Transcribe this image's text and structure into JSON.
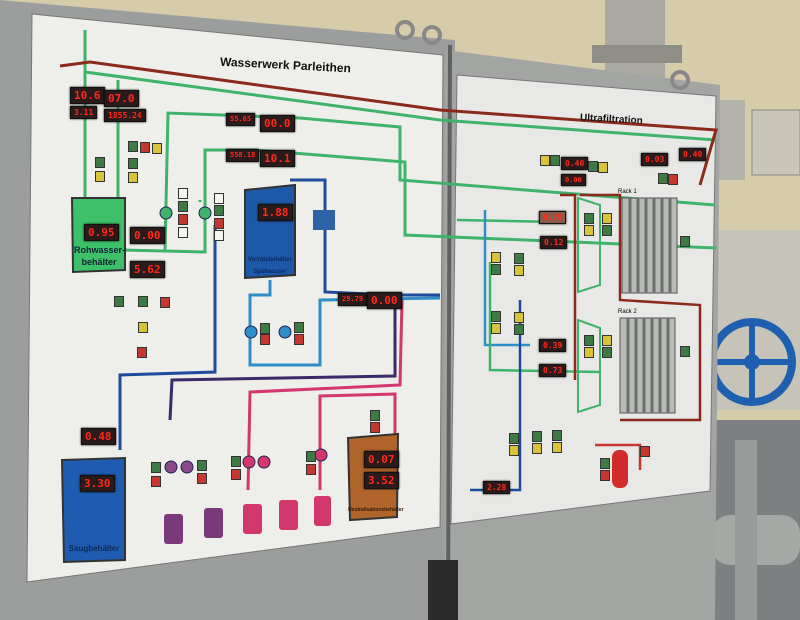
{
  "left_panel": {
    "title": "Wasserwerk Parleithen",
    "tanks": {
      "rohwasser": "Rohwasser-behälter",
      "spuelwasser": "Vorratsbehälter Spülwasser",
      "saug": "Saugbehälter",
      "neutral": "Neutralisationsbehälter"
    },
    "displays": {
      "d1": "10.6",
      "d2": "07.0",
      "d3": "3.11",
      "d4": "1855.24",
      "d5": "55.65",
      "d6": "00.0",
      "d7": "558.18",
      "d8": "10.1",
      "d9": "1.88",
      "d10": "0.95",
      "d11": "0.00",
      "d12": "5.62",
      "d13": "29.79",
      "d14": "0.00",
      "d15": "0.48",
      "d16": "3.30",
      "d17": "0.07",
      "d18": "3.52"
    }
  },
  "right_panel": {
    "title": "Ultrafiltration",
    "racks": [
      "Rack 1",
      "Rack 2"
    ],
    "displays": {
      "r1": "0.40",
      "r2": "0.00",
      "r3": "0.03",
      "r4": "0.40",
      "r5": "0.79",
      "r6": "0.12",
      "r7": "0.39",
      "r8": "0.73",
      "r9": "2.28"
    }
  },
  "colors": {
    "raw_water": "#3fb36a",
    "filtrate": "#1e4c9a",
    "backwash": "#2f8ec8",
    "waste": "#8a2a1a",
    "chem_purple": "#7a3a7a",
    "chem_pink": "#d2376e"
  }
}
